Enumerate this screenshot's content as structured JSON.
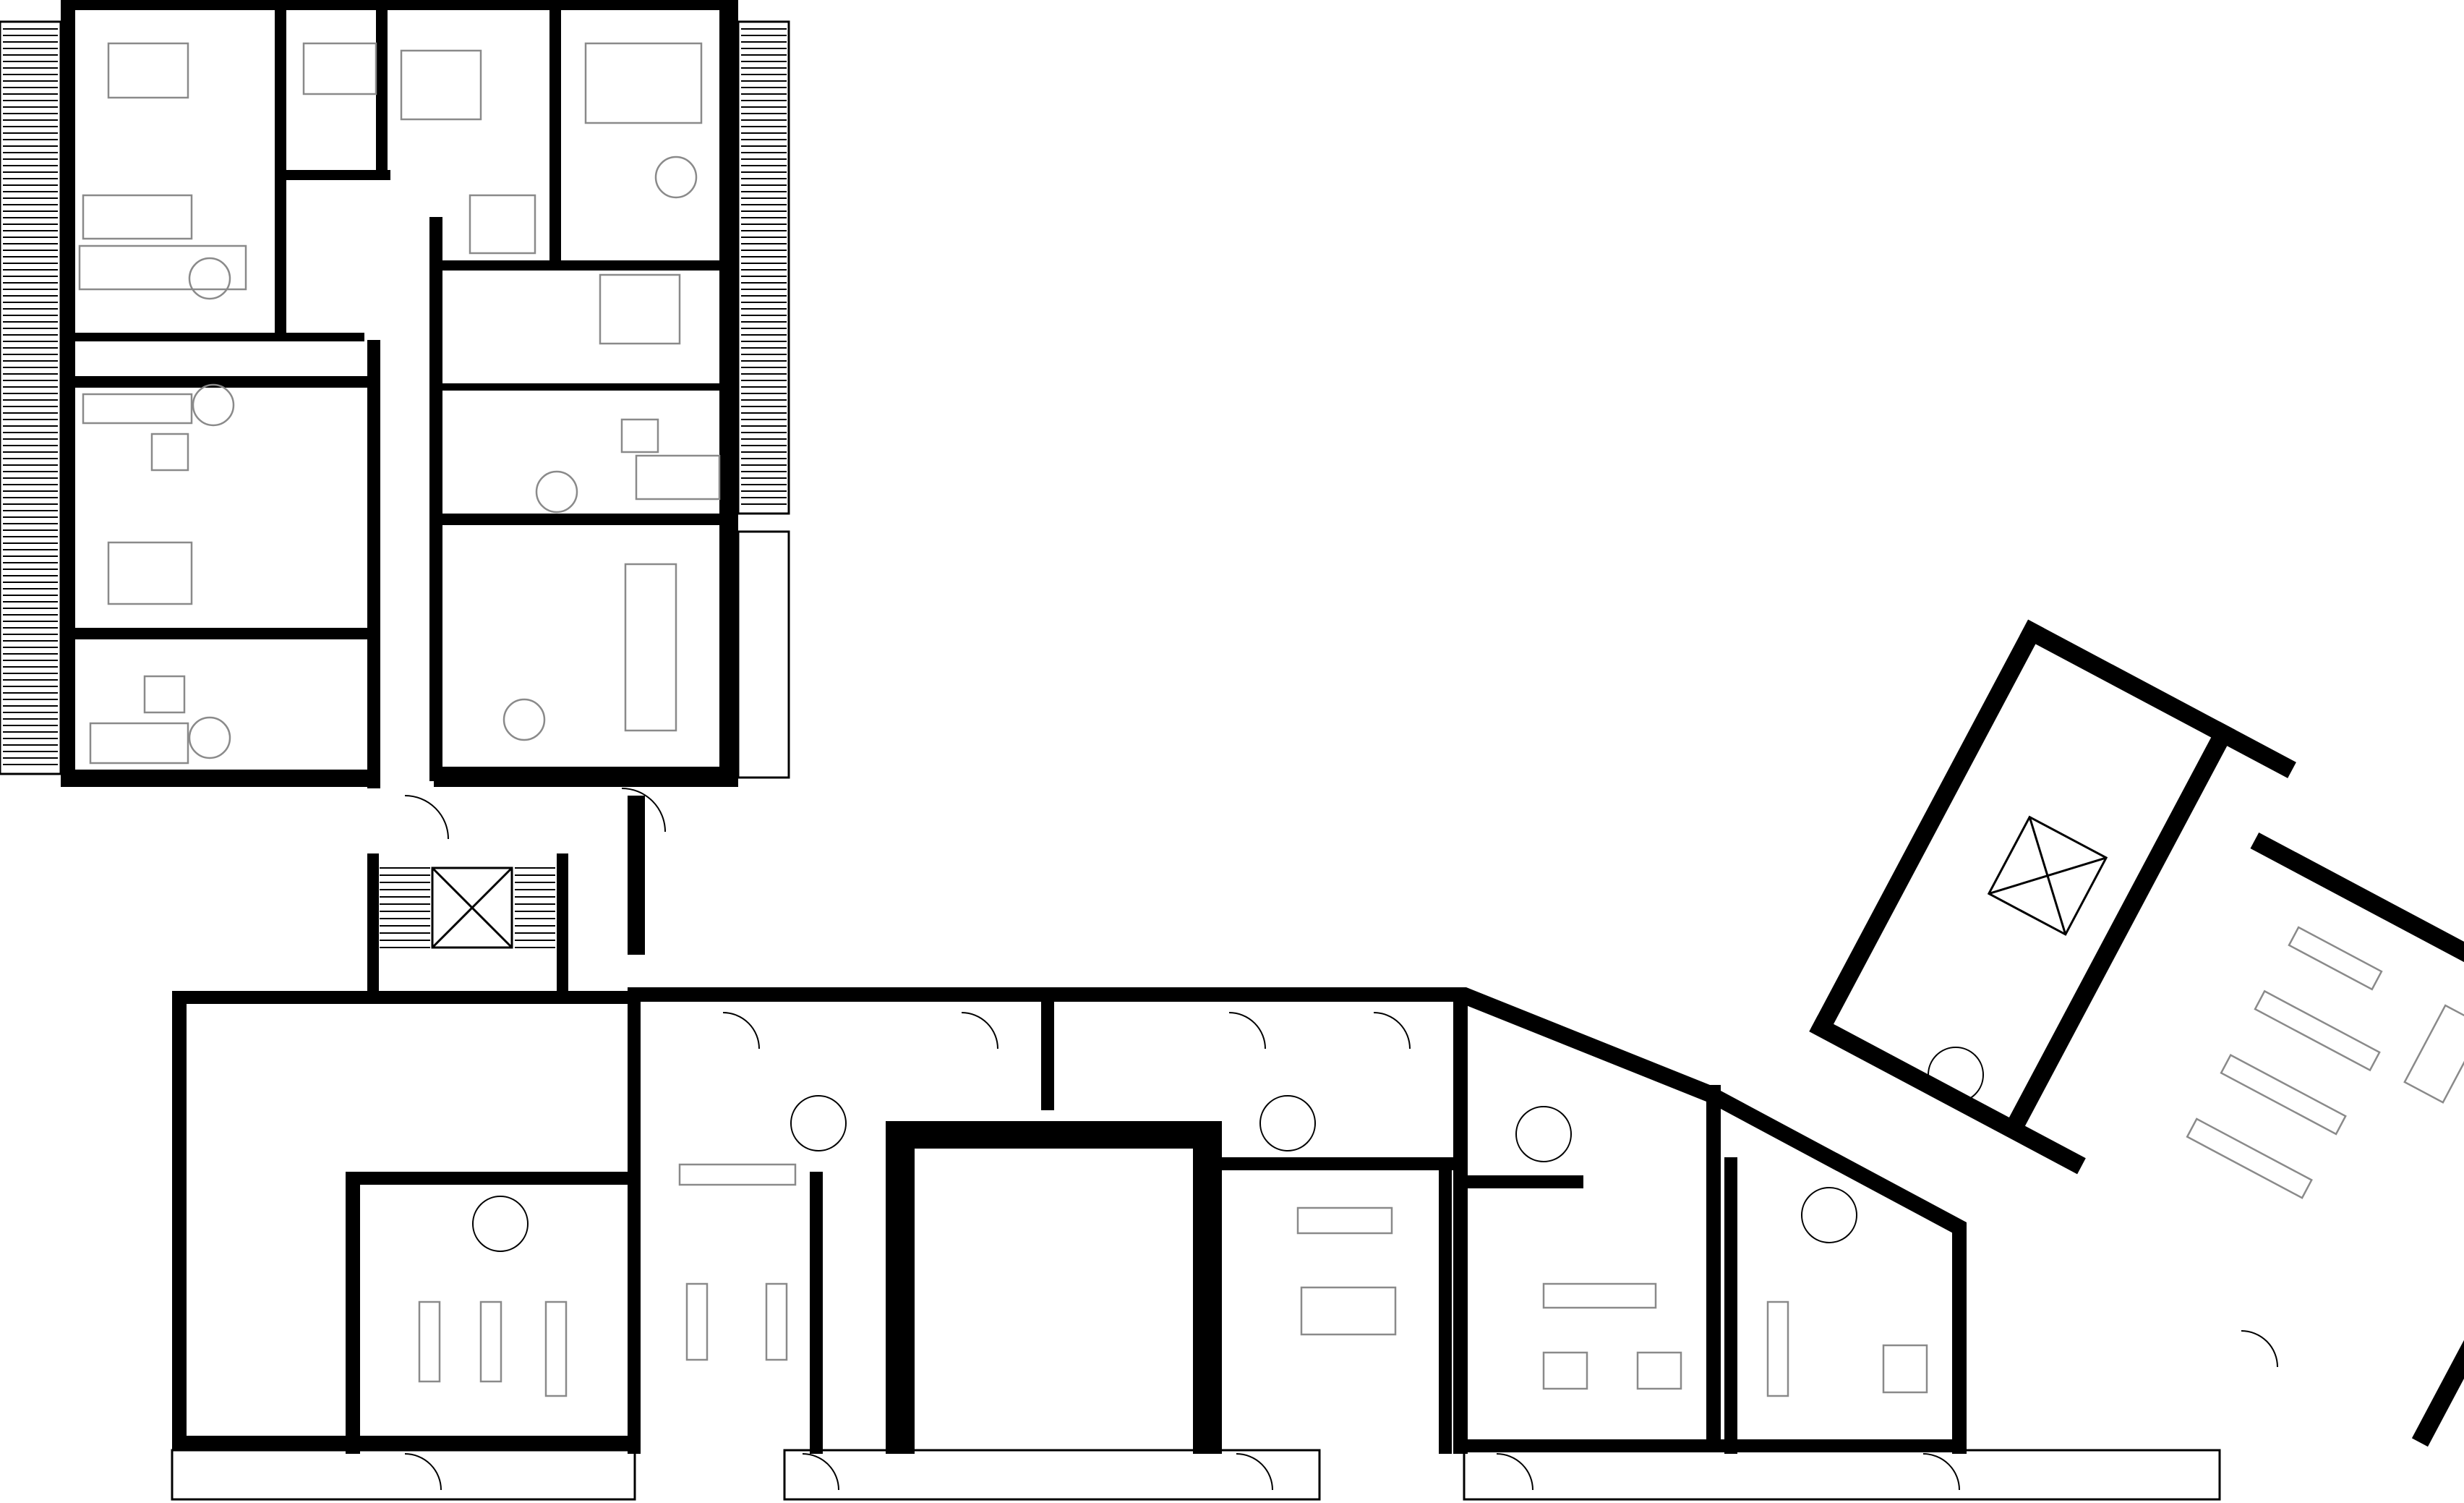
{
  "drawing": {
    "type": "architectural floor plan",
    "labels": []
  },
  "colors": {
    "wall": "#000000",
    "furniture": "#8a8a8a",
    "background": "#ffffff"
  },
  "counts": {
    "apartments_upper_block": 9,
    "commercial_units_ground": 6,
    "stair_cores": 2,
    "accessible_wc": 6
  }
}
